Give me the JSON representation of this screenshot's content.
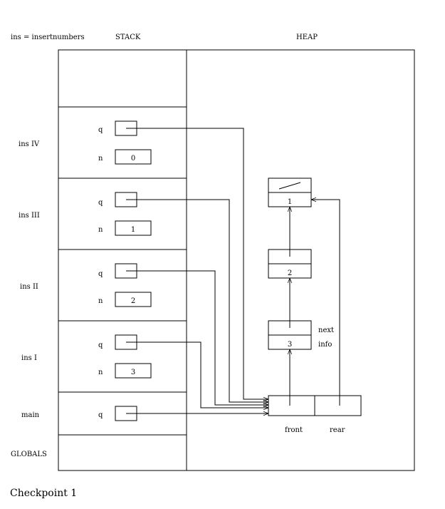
{
  "header": {
    "abbrev_note": "ins = insertnumbers",
    "stack_title": "STACK",
    "heap_title": "HEAP"
  },
  "frames": {
    "ins4": {
      "label": "ins IV",
      "q": "q",
      "n": "n",
      "n_value": "0"
    },
    "ins3": {
      "label": "ins III",
      "q": "q",
      "n": "n",
      "n_value": "1"
    },
    "ins2": {
      "label": "ins II",
      "q": "q",
      "n": "n",
      "n_value": "2"
    },
    "ins1": {
      "label": "ins I",
      "q": "q",
      "n": "n",
      "n_value": "3"
    },
    "main": {
      "label": "main",
      "q": "q"
    },
    "globals": {
      "label": "GLOBALS"
    }
  },
  "heap": {
    "node_top_info": "1",
    "node_mid_info": "2",
    "node_bottom_info": "3",
    "field_next": "next",
    "field_info": "info",
    "queue_front": "front",
    "queue_rear": "rear"
  },
  "footer": {
    "checkpoint": "Checkpoint 1"
  }
}
